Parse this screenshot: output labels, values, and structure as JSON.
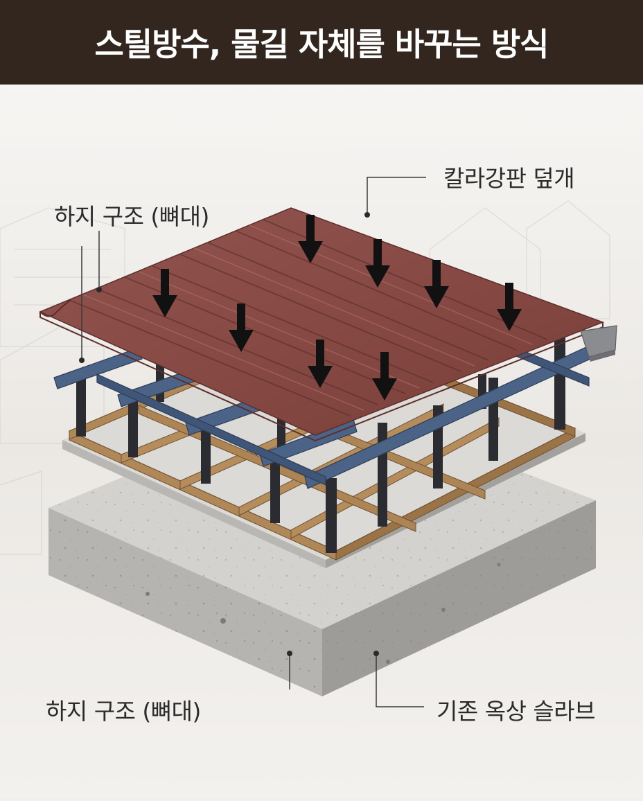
{
  "header": {
    "title": "스틸방수, 물길 자체를 바꾸는 방식"
  },
  "labels": {
    "roof_cover": "칼라강판 덮개",
    "sub_structure_top": "하지 구조 (뼈대)",
    "sub_structure_bottom": "하지 구조 (뼈대)",
    "existing_slab": "기존 옥상 슬라브"
  },
  "colors": {
    "header_bg": "#32261f",
    "roof": "#8a4a45",
    "steel_beam": "#465e80",
    "steel_post": "#2a2c31",
    "wood_frame": "#a57e52",
    "concrete": "#a7a6a3"
  },
  "icons": {
    "rain_arrow": "arrow-down-icon",
    "callout": "callout-dot-icon"
  }
}
